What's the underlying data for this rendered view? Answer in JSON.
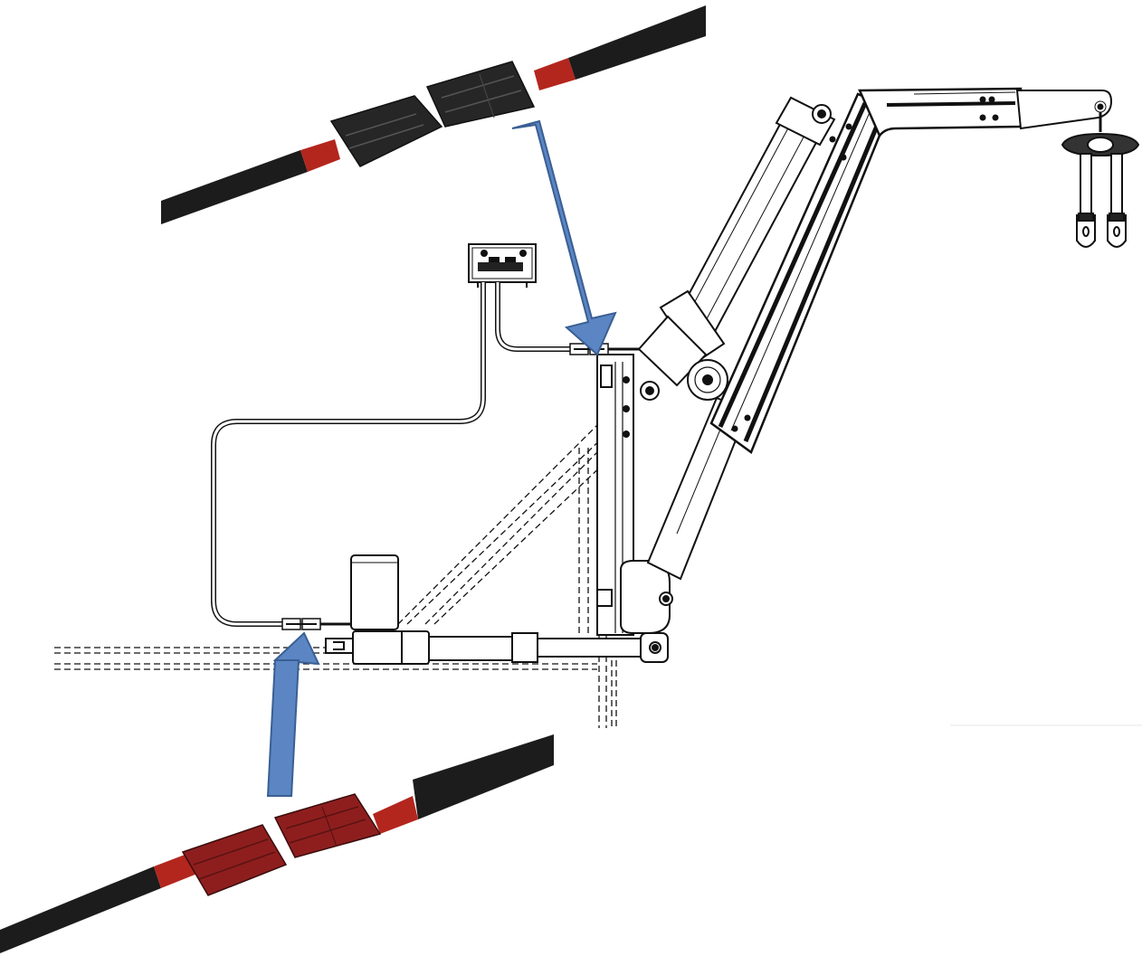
{
  "colors": {
    "background": "#ffffff",
    "line": "#111111",
    "arrow_fill": "#5b86c3",
    "arrow_stroke": "#3a5f94",
    "connector_black": "#262626",
    "connector_red": "#8e1e1e",
    "cable_sheath": "#1c1c1c",
    "wire_red": "#b3261e"
  },
  "diagram": {
    "nodes": [
      {
        "id": "control-box",
        "kind": "component"
      },
      {
        "id": "linear-actuator",
        "kind": "component"
      },
      {
        "id": "lift-arm",
        "kind": "component"
      },
      {
        "id": "upper-connector-pair",
        "kind": "connector",
        "color": "black"
      },
      {
        "id": "lower-connector-pair",
        "kind": "connector",
        "color": "red"
      }
    ],
    "edges": [
      {
        "from": "upper-connector-pair",
        "to": "lift-arm",
        "kind": "arrow"
      },
      {
        "from": "lower-connector-pair",
        "to": "linear-actuator",
        "kind": "arrow"
      },
      {
        "from": "control-box",
        "to": "lift-arm",
        "kind": "cable"
      },
      {
        "from": "control-box",
        "to": "linear-actuator",
        "kind": "cable"
      }
    ]
  }
}
